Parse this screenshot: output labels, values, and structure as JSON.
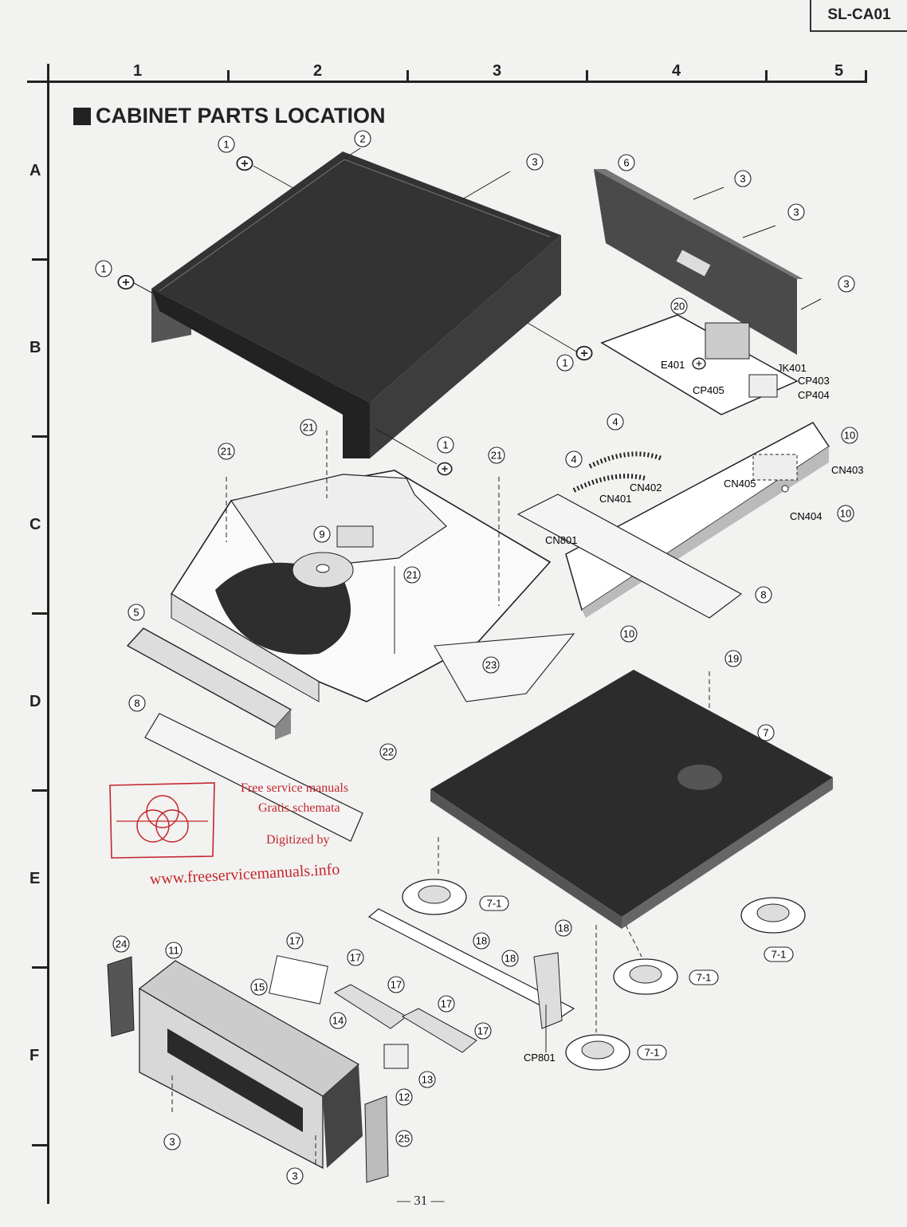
{
  "header": {
    "model": "SL-CA01"
  },
  "grid": {
    "columns": [
      "1",
      "2",
      "3",
      "4",
      "5"
    ],
    "rows": [
      "A",
      "B",
      "C",
      "D",
      "E",
      "F"
    ]
  },
  "title": "CABINET PARTS LOCATION",
  "callouts": [
    "1",
    "2",
    "3",
    "4",
    "5",
    "6",
    "7",
    "7-1",
    "8",
    "9",
    "10",
    "11",
    "12",
    "13",
    "14",
    "15",
    "17",
    "18",
    "19",
    "20",
    "21",
    "22",
    "23",
    "24",
    "25"
  ],
  "connectors": {
    "e401": "E401",
    "jk401": "JK401",
    "cp403": "CP403",
    "cp404": "CP404",
    "cp405": "CP405",
    "cn401": "CN401",
    "cn402": "CN402",
    "cn403": "CN403",
    "cn404": "CN404",
    "cn405": "CN405",
    "cn801": "CN801",
    "cp801": "CP801"
  },
  "watermark": {
    "line1": "Free service manuals",
    "line2": "Gratis schemata",
    "line3": "Digitized by",
    "url": "www.freeservicemanuals.info"
  },
  "footer": {
    "page": "— 31 —"
  },
  "colors": {
    "ink": "#222222",
    "watermark": "#c4262e",
    "cover": "#2a2a2a",
    "paper": "#f2f2f0"
  }
}
